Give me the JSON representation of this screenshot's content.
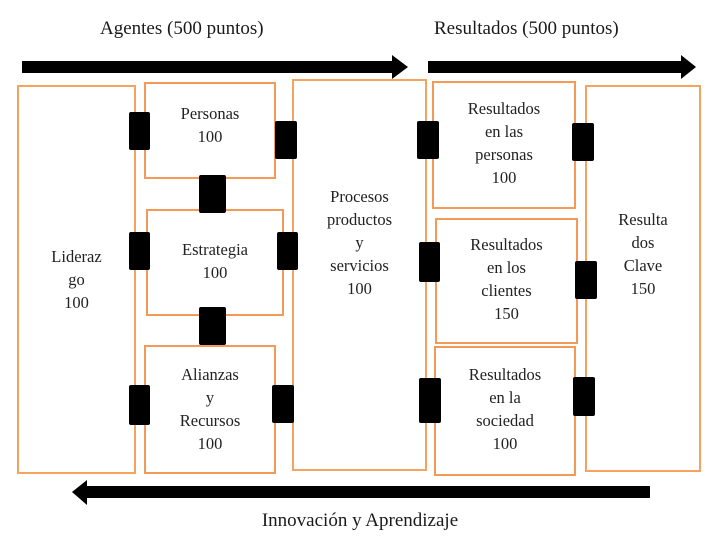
{
  "header": {
    "agents_label": "Agentes (500 puntos)",
    "results_label": "Resultados (500 puntos)"
  },
  "footer": {
    "label": "Innovación y Aprendizaje"
  },
  "colors": {
    "box_border": "#f4a460",
    "connector": "#000000",
    "arrow": "#000000"
  },
  "boxes": {
    "liderazgo": {
      "lines": [
        "Lideraz",
        "go",
        "100"
      ]
    },
    "personas": {
      "lines": [
        "Personas",
        "100"
      ]
    },
    "estrategia": {
      "lines": [
        "Estrategia",
        "100"
      ]
    },
    "alianzas": {
      "lines": [
        "Alianzas",
        "y",
        "Recursos",
        "100"
      ]
    },
    "procesos": {
      "lines": [
        "Procesos",
        "productos",
        "y",
        "servicios",
        "100"
      ]
    },
    "res_personas": {
      "lines": [
        "Resultados",
        "en las",
        "personas",
        "100"
      ]
    },
    "res_clientes": {
      "lines": [
        "Resultados",
        "en los",
        "clientes",
        "150"
      ]
    },
    "res_sociedad": {
      "lines": [
        "Resultados",
        "en la",
        "sociedad",
        "100"
      ]
    },
    "res_clave": {
      "lines": [
        "Resulta",
        "dos",
        "Clave",
        "150"
      ]
    }
  }
}
